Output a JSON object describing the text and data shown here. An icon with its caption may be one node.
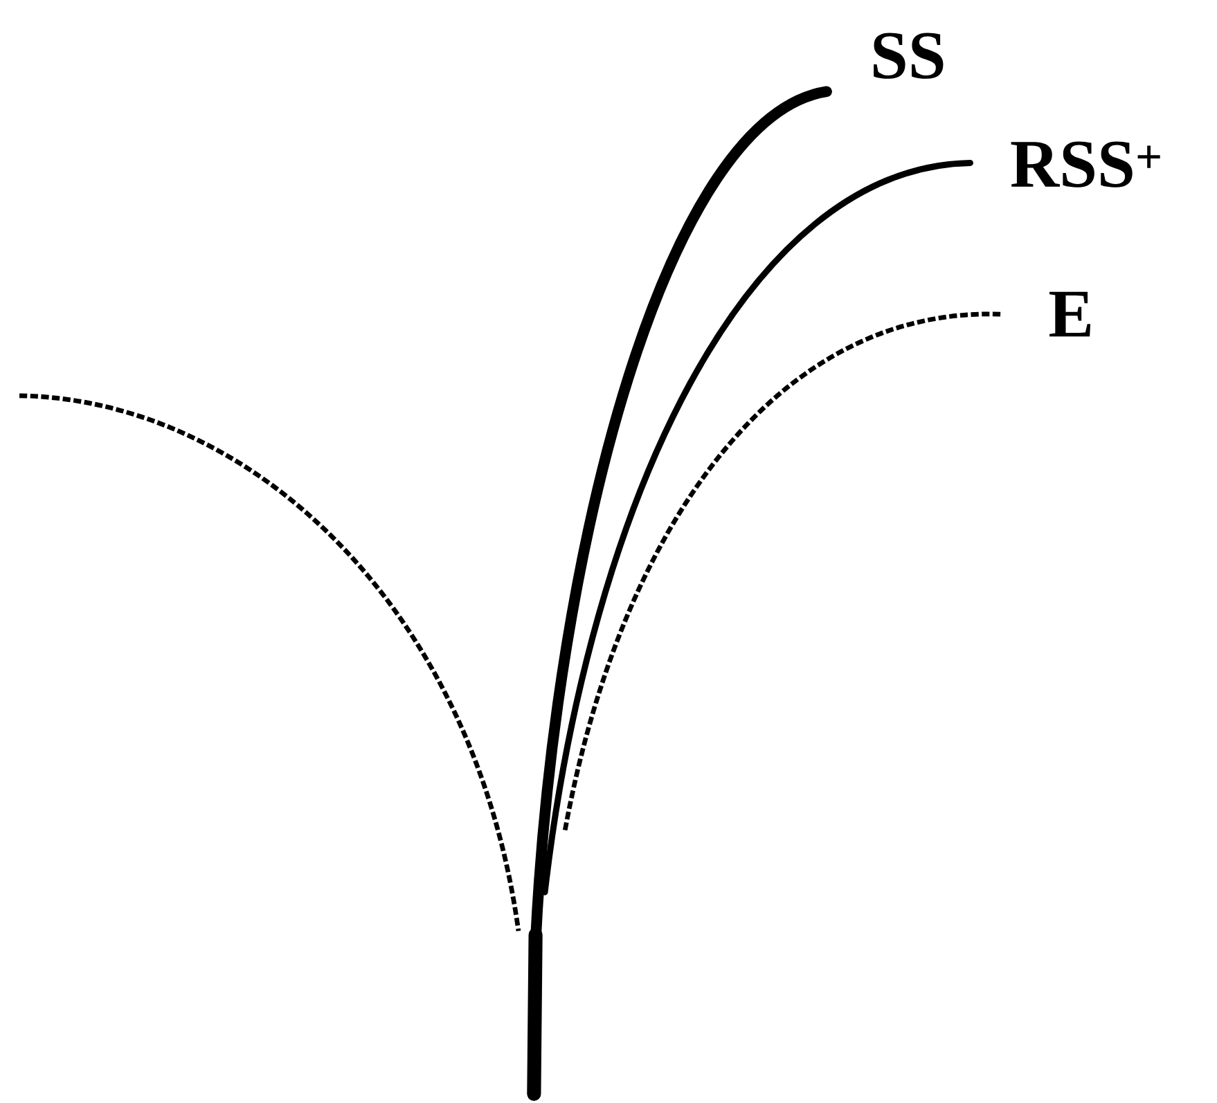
{
  "diagram": {
    "labels": [
      "SS",
      "RSS$^{+}$",
      "E"
    ]
  }
}
